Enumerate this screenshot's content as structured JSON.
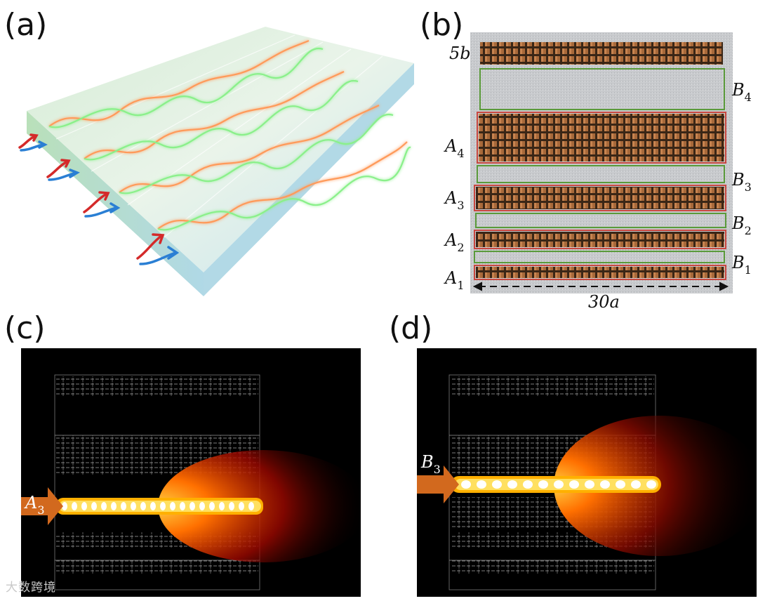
{
  "figure": {
    "panels": {
      "a": {
        "label": "(a)"
      },
      "b": {
        "label": "(b)",
        "top_label": "5b",
        "width_label": "30a",
        "strips": [
          {
            "name": "A",
            "sub": "1",
            "color": "#c8463e"
          },
          {
            "name": "B",
            "sub": "1",
            "color": "#5a9a3a"
          },
          {
            "name": "A",
            "sub": "2",
            "color": "#c8463e"
          },
          {
            "name": "B",
            "sub": "2",
            "color": "#5a9a3a"
          },
          {
            "name": "A",
            "sub": "3",
            "color": "#c8463e"
          },
          {
            "name": "B",
            "sub": "3",
            "color": "#5a9a3a"
          },
          {
            "name": "A",
            "sub": "4",
            "color": "#c8463e"
          },
          {
            "name": "B",
            "sub": "4",
            "color": "#5a9a3a"
          }
        ]
      },
      "c": {
        "label": "(c)",
        "arrow_name": "A",
        "arrow_sub": "3"
      },
      "d": {
        "label": "(d)",
        "arrow_name": "B",
        "arrow_sub": "3"
      }
    },
    "colors": {
      "input_red": "#d42a2a",
      "input_blue": "#2a7fd4",
      "slab_green": "#a9d9a9",
      "arrow_orange": "#d2691e"
    }
  },
  "watermark": "大数跨境"
}
